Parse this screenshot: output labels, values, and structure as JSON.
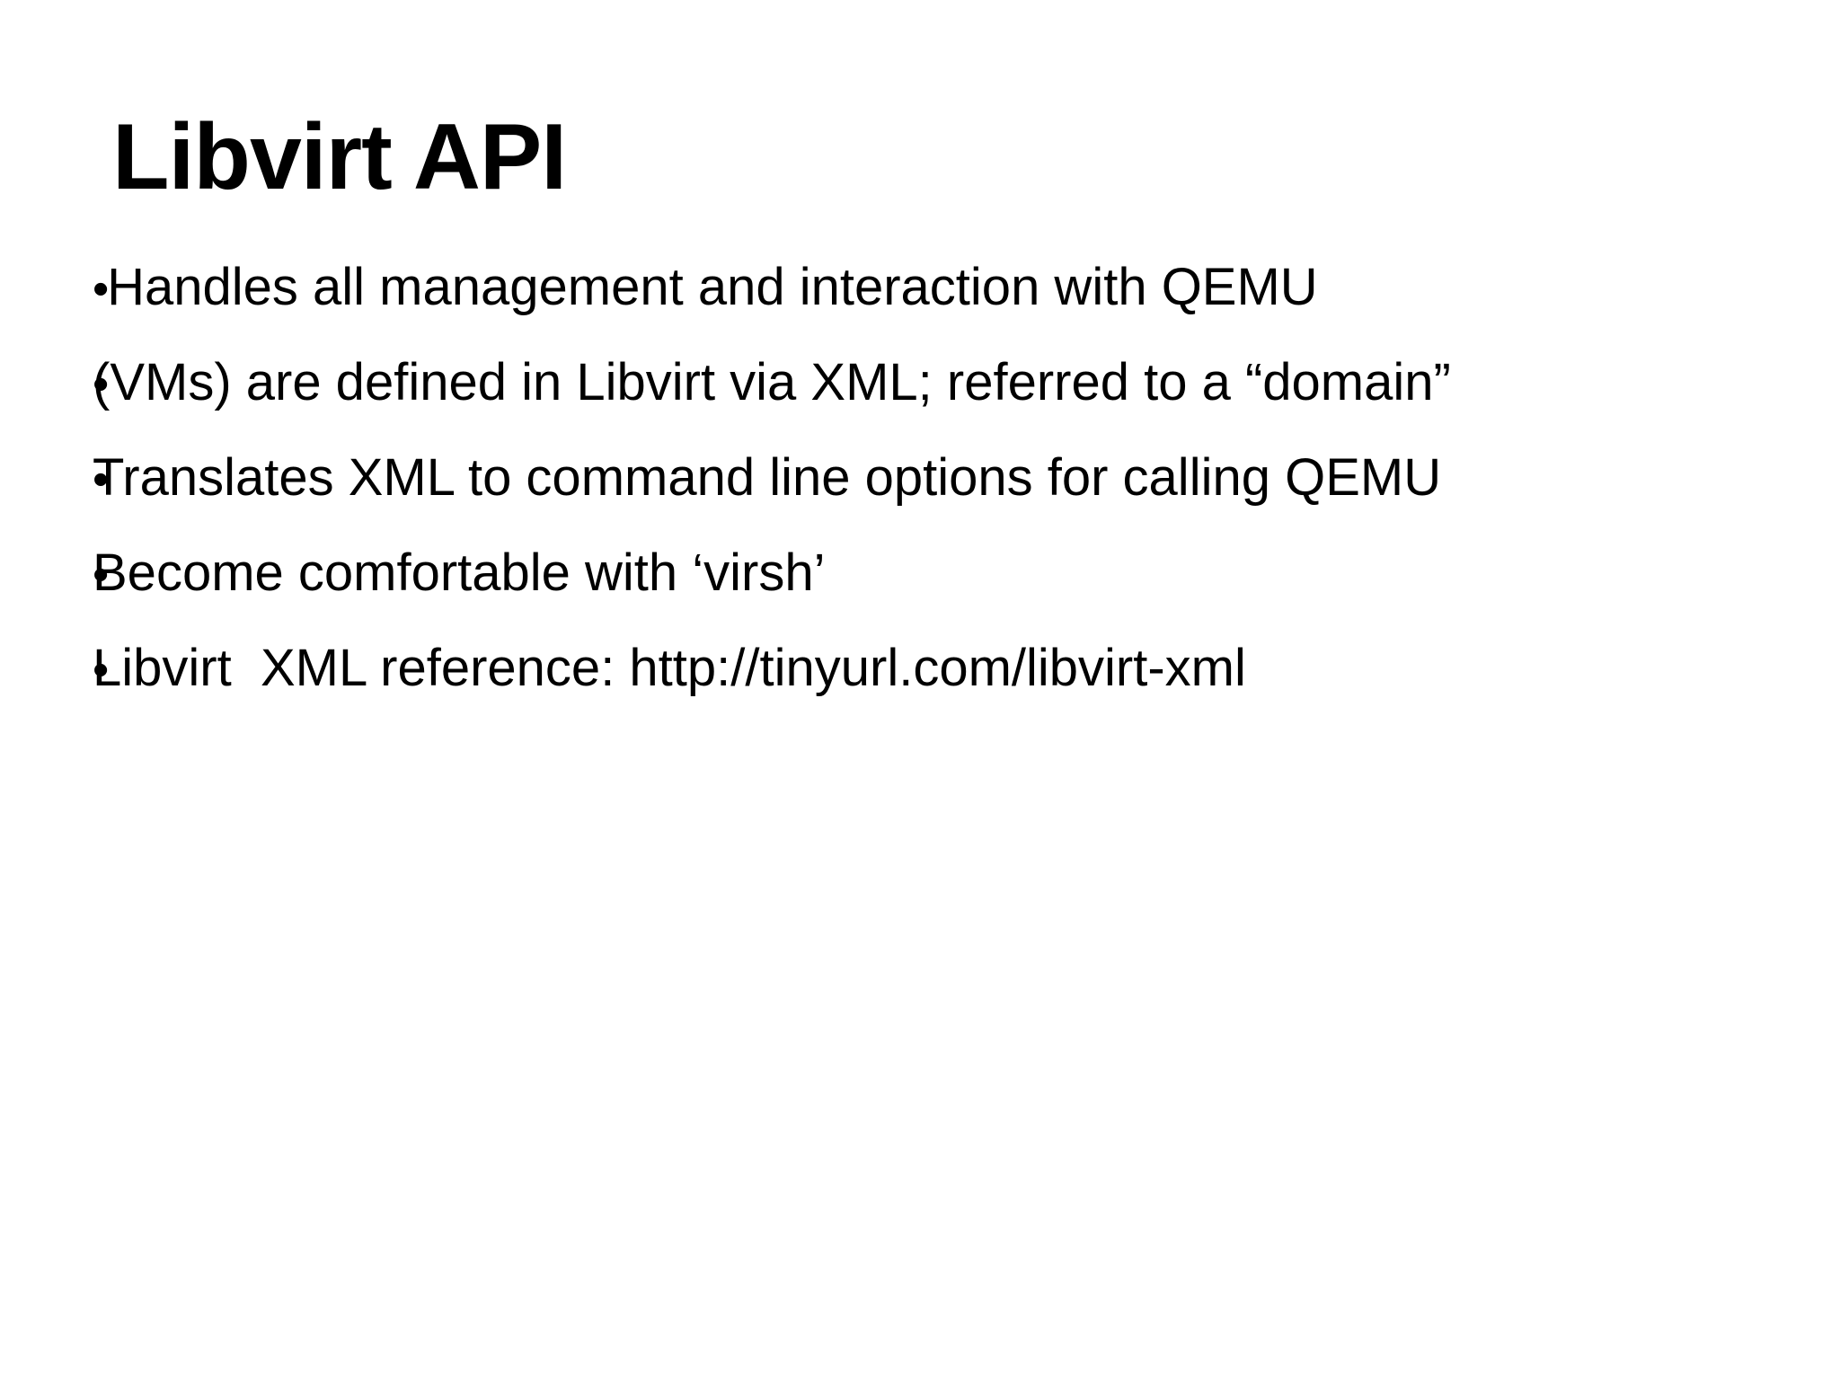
{
  "slide": {
    "title": "Libvirt API",
    "bullet_char": "•",
    "bullets": [
      {
        "text": " Handles all management and interaction with QEMU"
      },
      {
        "text": "(VMs) are defined in Libvirt via XML; referred to a “domain”"
      },
      {
        "text": "Translates XML to command line options for calling QEMU"
      },
      {
        "text": "Become comfortable with ‘virsh’"
      },
      {
        "text": "Libvirt  XML reference: http://tinyurl.com/libvirt-xml"
      }
    ],
    "colors": {
      "background": "#ffffff",
      "text": "#000000"
    }
  }
}
